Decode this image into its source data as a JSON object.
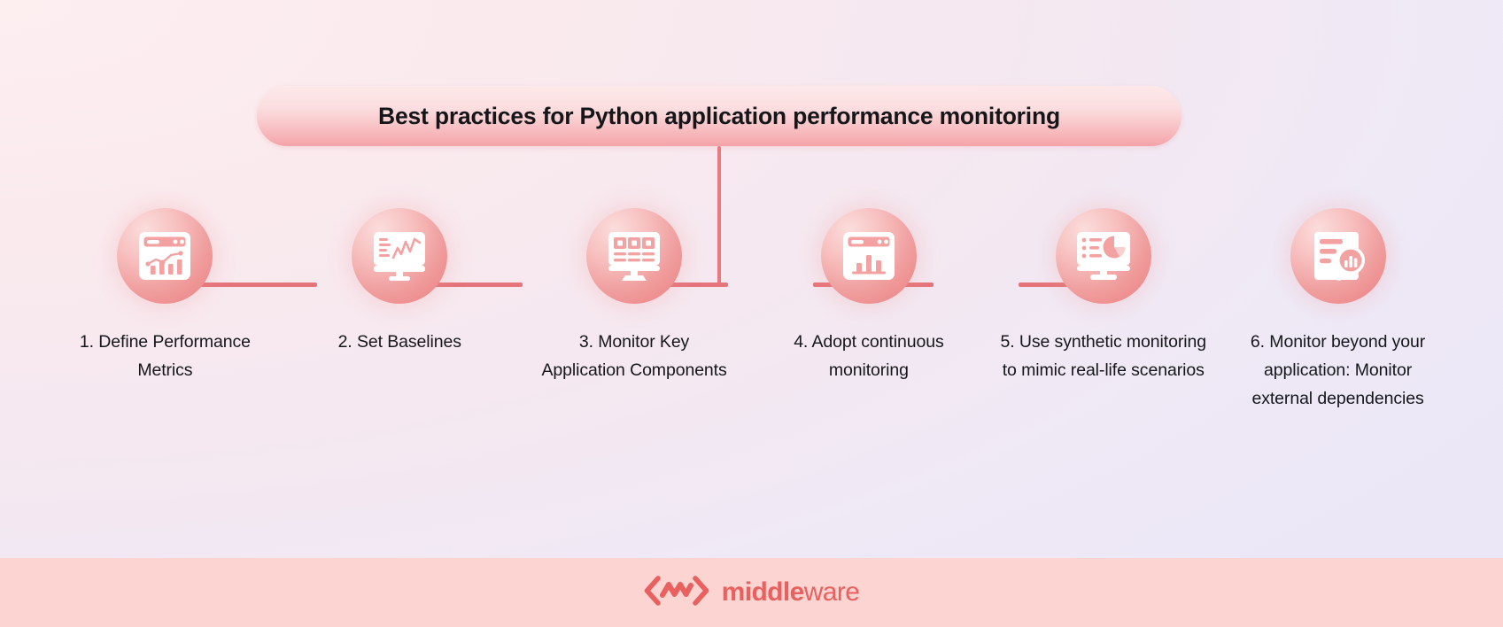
{
  "title": {
    "text": "Best practices for Python application performance monitoring"
  },
  "colors": {
    "accent": "#E8615F",
    "connector": "#E5757B",
    "circle_from": "#FBDDDC",
    "circle_to": "#ED8485",
    "footer_band": "#FCD4D2",
    "title_text": "#15161A",
    "background_left": "#FBEDEF",
    "background_right": "#EFE9F6"
  },
  "steps": [
    {
      "number": "1",
      "label": "1. Define Performance Metrics",
      "icon": "browser-line-bar-chart-icon"
    },
    {
      "number": "2",
      "label": "2. Set Baselines",
      "icon": "monitor-line-chart-icon"
    },
    {
      "number": "3",
      "label": "3. Monitor Key Application Components",
      "icon": "monitor-dashboard-grid-icon"
    },
    {
      "number": "4",
      "label": "4. Adopt continuous monitoring",
      "icon": "browser-bar-chart-icon"
    },
    {
      "number": "5",
      "label": "5. Use synthetic monitoring to mimic real-life scenarios",
      "icon": "monitor-pie-chart-list-icon"
    },
    {
      "number": "6",
      "label": "6. Monitor beyond your application: Monitor external dependencies",
      "icon": "report-magnifier-bar-chart-icon"
    }
  ],
  "footer": {
    "logo_mark": "middleware-chevron-wave-logo",
    "logo_text_bold": "middle",
    "logo_text_light": "ware"
  }
}
